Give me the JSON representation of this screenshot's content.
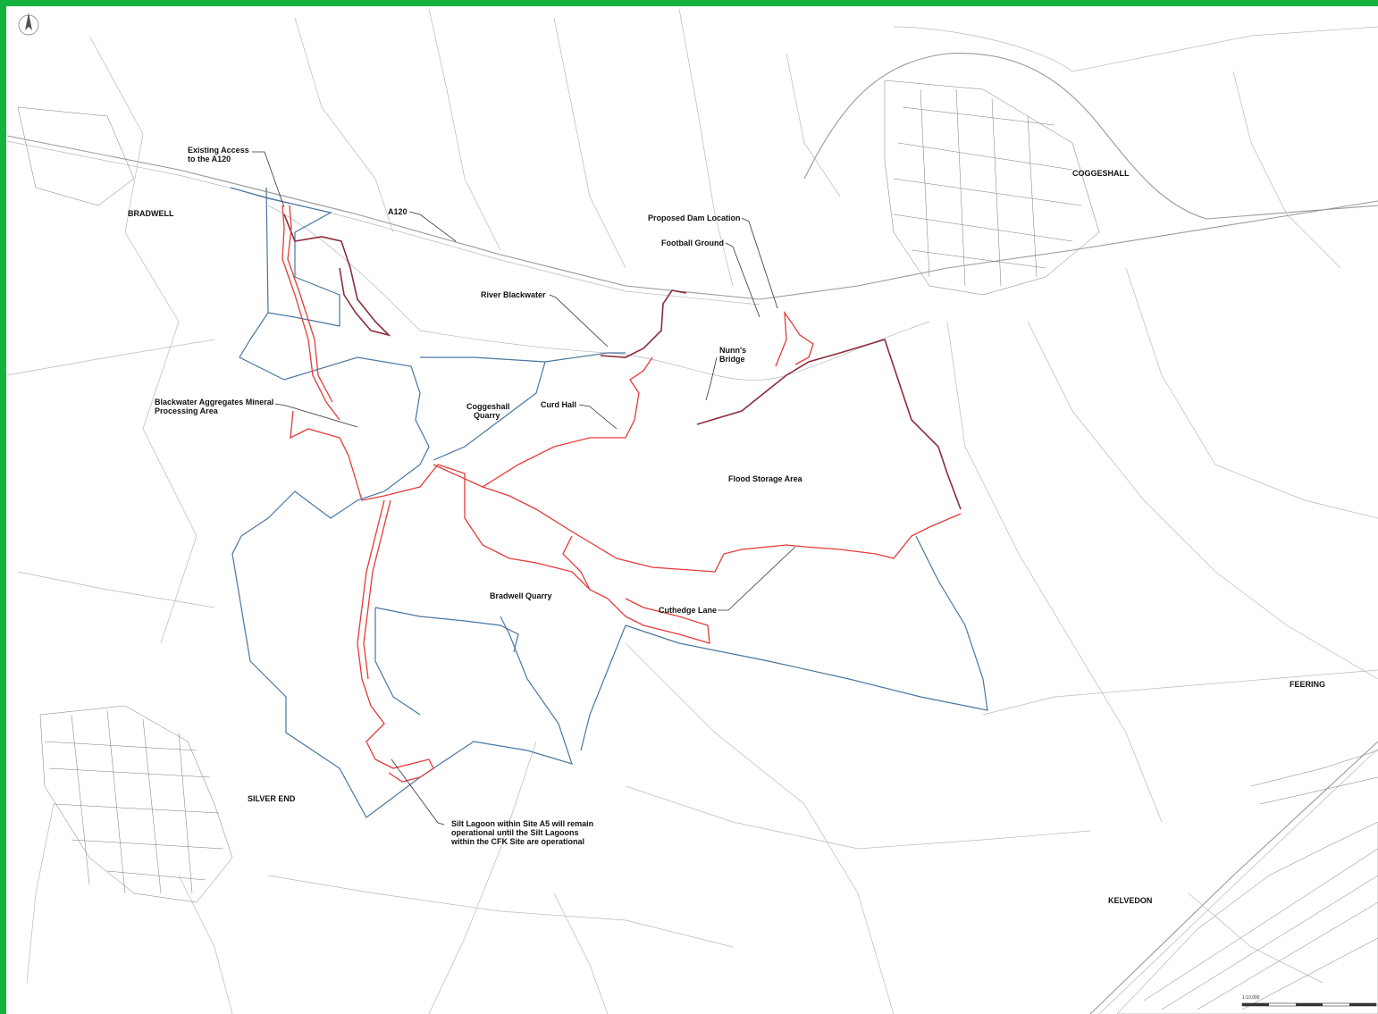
{
  "labels": {
    "existing_access": [
      "Existing Access",
      "to the A120"
    ],
    "a120": "A120",
    "proposed_dam": "Proposed Dam Location",
    "football_ground": "Football Ground",
    "river_blackwater": "River Blackwater",
    "nunns_bridge": [
      "Nunn's",
      "Bridge"
    ],
    "blackwater_aggregates": [
      "Blackwater Aggregates Mineral",
      "Processing Area"
    ],
    "coggeshall_quarry": [
      "Coggeshall",
      "Quarry"
    ],
    "curd_hall": "Curd Hall",
    "flood_storage": "Flood Storage Area",
    "bradwell_quarry": "Bradwell Quarry",
    "cuthedge_lane": "Cuthedge Lane",
    "silt_lagoon": [
      "Silt Lagoon within Site A5 will remain",
      "operational until the Silt Lagoons",
      "within the CFK Site are operational"
    ]
  },
  "towns": {
    "bradwell": "BRADWELL",
    "coggeshall": "COGGESHALL",
    "silver_end": "SILVER END",
    "feering": "FEERING",
    "kelvedon": "KELVEDON"
  },
  "scale": "1:10,000",
  "colors": {
    "frame": "#14b340",
    "red_boundary": "#e53a3a",
    "dark_boundary": "#8a2c3a",
    "blue_boundary": "#4a76a0"
  },
  "icons": {
    "north_arrow": "north-arrow-icon"
  }
}
